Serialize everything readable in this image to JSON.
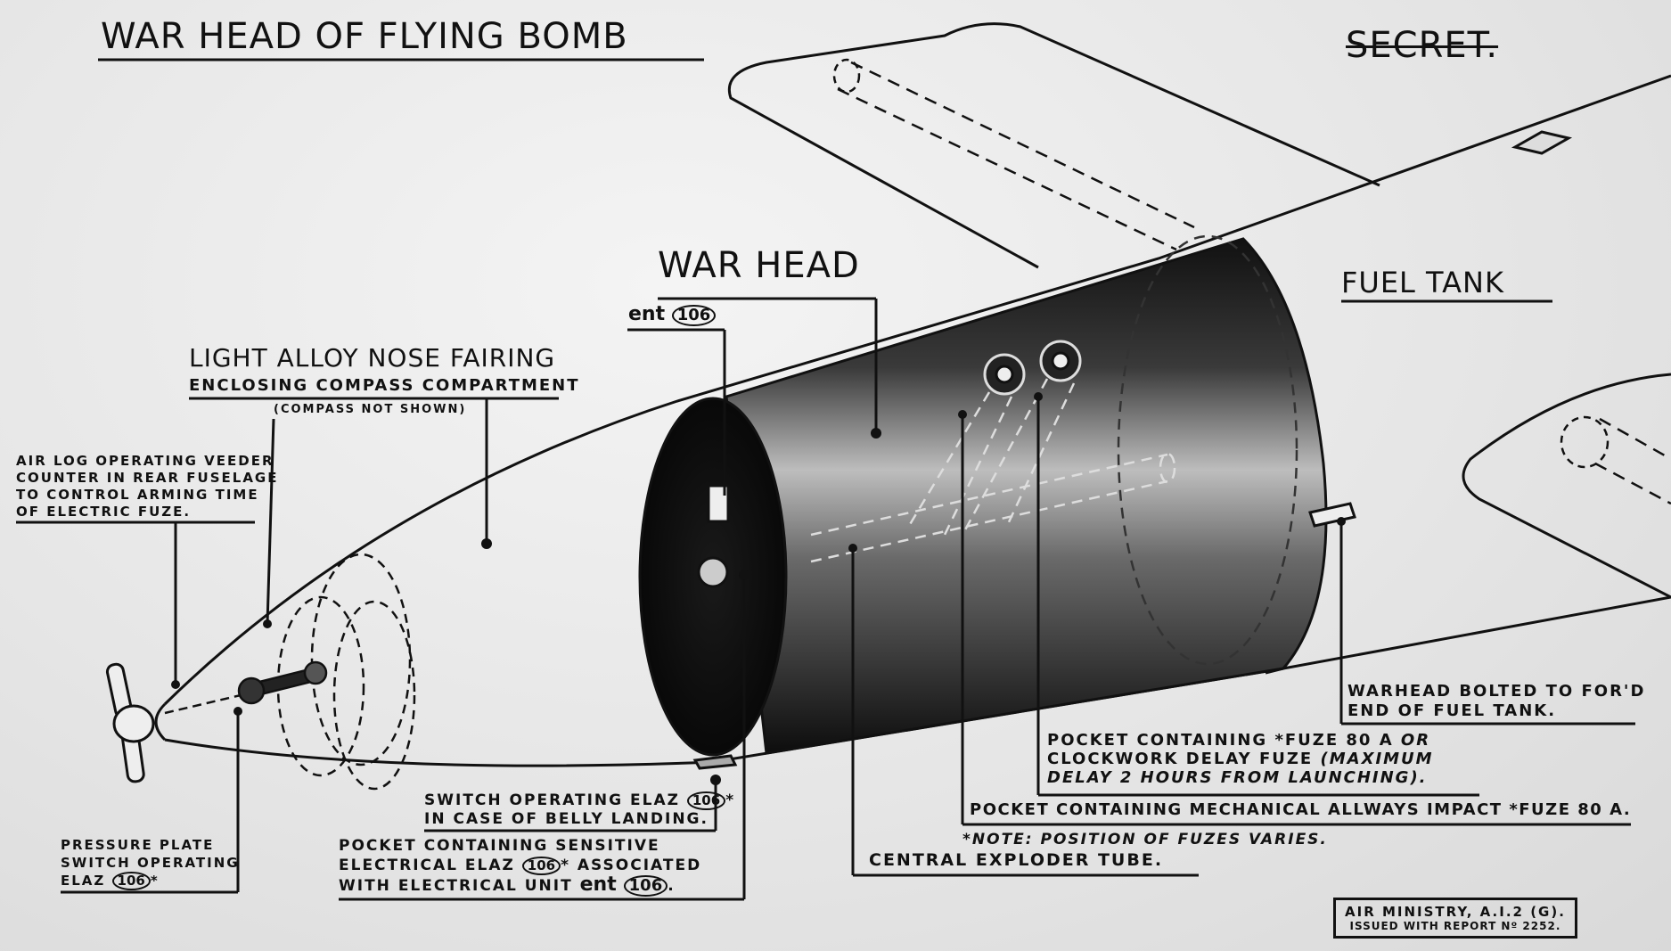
{
  "title": "WAR HEAD OF FLYING BOMB",
  "classification": "SECRET.",
  "labels": {
    "war_head": "WAR HEAD",
    "fuel_tank": "FUEL TANK",
    "ent_prefix": "ent",
    "ent_ref": "106",
    "nose_fairing": "LIGHT ALLOY NOSE FAIRING",
    "nose_fairing_sub": "ENCLOSING COMPASS COMPARTMENT",
    "compass_note": "(COMPASS NOT SHOWN)",
    "air_log_lines": [
      "AIR LOG OPERATING VEEDER",
      "COUNTER IN REAR FUSELAGE",
      "TO CONTROL ARMING TIME",
      "OF ELECTRIC FUZE."
    ],
    "pressure_plate_lines": [
      "PRESSURE PLATE",
      "SWITCH OPERATING"
    ],
    "pressure_plate_elaz": "ELAZ",
    "pressure_plate_ref": "106",
    "switch_belly_1_a": "SWITCH OPERATING ELAZ",
    "switch_belly_ref": "106",
    "switch_belly_2": "IN CASE OF BELLY LANDING.",
    "pocket_sensitive_1": "POCKET CONTAINING SENSITIVE",
    "pocket_sensitive_2_a": "ELECTRICAL ELAZ",
    "pocket_sensitive_ref": "106",
    "pocket_sensitive_2_b": "* ASSOCIATED",
    "pocket_sensitive_3_a": "WITH ELECTRICAL UNIT",
    "pocket_sensitive_3_ent": "ent",
    "pocket_sensitive_3_ref": "106",
    "central_exploder": "CENTRAL EXPLODER TUBE.",
    "warhead_bolted_1": "WARHEAD BOLTED TO FOR'D",
    "warhead_bolted_2": "END OF FUEL TANK.",
    "pocket_clockwork_1_a": "POCKET CONTAINING *FUZE 80 A",
    "pocket_clockwork_1_b": "OR",
    "pocket_clockwork_2_a": "CLOCKWORK DELAY FUZE",
    "pocket_clockwork_2_b": "(MAXIMUM",
    "pocket_clockwork_3": "DELAY 2 HOURS FROM LAUNCHING).",
    "pocket_mechanical": "POCKET CONTAINING MECHANICAL ALLWAYS IMPACT *FUZE 80 A.",
    "note": "*NOTE: POSITION OF FUZES VARIES.",
    "stamp_1": "AIR MINISTRY, A.I.2 (G).",
    "stamp_2": "ISSUED WITH REPORT Nº 2252."
  }
}
